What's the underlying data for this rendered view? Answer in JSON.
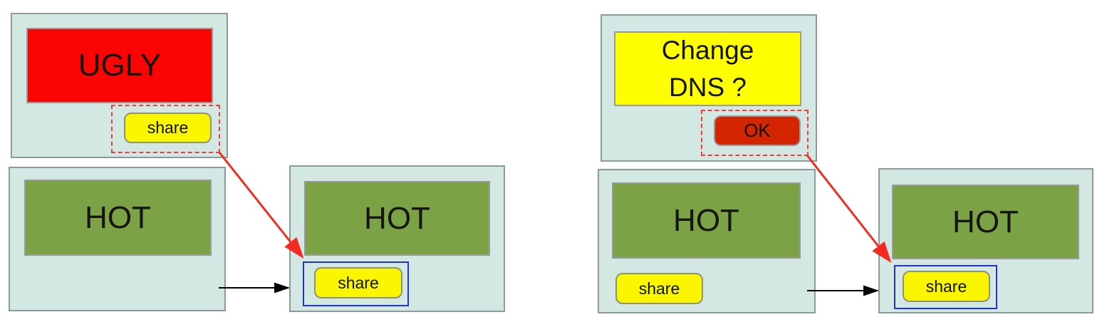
{
  "diagram": {
    "description": "Two UI-mockup flows: clicking the highlighted button on a top screen leads to the share state of the HOT screen",
    "colors": {
      "panel_bg": "#d3e7e3",
      "panel_border": "#8b9a9a",
      "ugly_red": "#fa0404",
      "hot_green": "#7ba244",
      "note_yellow": "#ffff00",
      "button_yellow": "#f9f600",
      "ok_button_red": "#d32500",
      "highlight_blue": "#2233cc",
      "dashed_highlight_red": "#f43b3b",
      "arrow_red": "#f42b20",
      "arrow_black": "#000000"
    },
    "screens": {
      "ugly": {
        "title": "UGLY",
        "button": "share"
      },
      "hot_left_before": {
        "title": "HOT"
      },
      "hot_left_after": {
        "title": "HOT",
        "button": "share"
      },
      "dns": {
        "title": "Change\nDNS ?",
        "button": "OK"
      },
      "hot_right_before": {
        "title": "HOT",
        "button": "share"
      },
      "hot_right_after": {
        "title": "HOT",
        "button": "share"
      }
    },
    "arrows": {
      "red_left": "from dashed share highlight on UGLY screen to blue-framed share button",
      "black_left": "from HOT screen (before) to HOT screen (after)",
      "red_right": "from dashed OK highlight on Change DNS screen to blue-framed share button",
      "black_right": "from HOT screen (before) to HOT screen (after)"
    }
  }
}
